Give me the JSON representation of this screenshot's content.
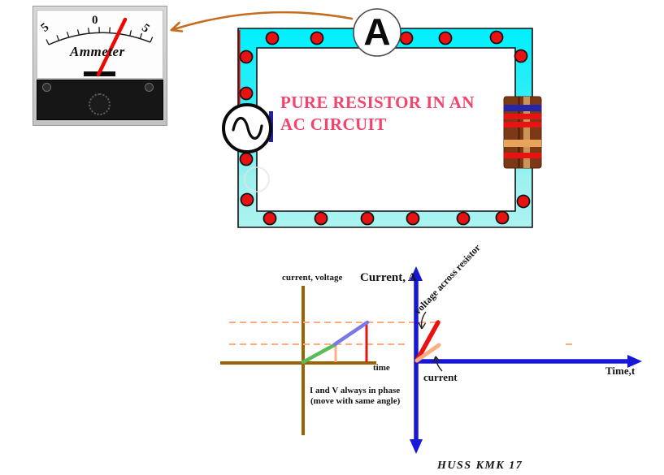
{
  "title": {
    "line1": "PURE RESISTOR IN AN",
    "line2": "AC CIRCUIT"
  },
  "ammeter_photo": {
    "scale_left": "5",
    "scale_center": "0",
    "scale_right": "5",
    "label": "Ammeter"
  },
  "circuit": {
    "ammeter_symbol": "A"
  },
  "graphs": {
    "left": {
      "y_label": "current, voltage",
      "x_label": "time",
      "note1": "I and V always in phase",
      "note2": "(move with same angle)"
    },
    "right": {
      "y_label": "Current, A",
      "x_label": "Time,t",
      "voltage_line_label": "voltage across resistor",
      "current_line_label": "current"
    }
  },
  "credit": "HUSS KMK 17",
  "colors": {
    "circuit_band_bright": "#00efff",
    "circuit_band_pale": "#abf3f1",
    "rivet_red": "#e81212",
    "title_pink": "#f4436c",
    "left_axis_brown": "#9a6405",
    "right_axis_blue": "#1717d8",
    "wave_green": "#57be57",
    "wave_violet": "#7878e8",
    "peach": "#ffad7e",
    "pointer_orange": "#c76b1e",
    "resistor_body_brown": "#7b3915"
  }
}
